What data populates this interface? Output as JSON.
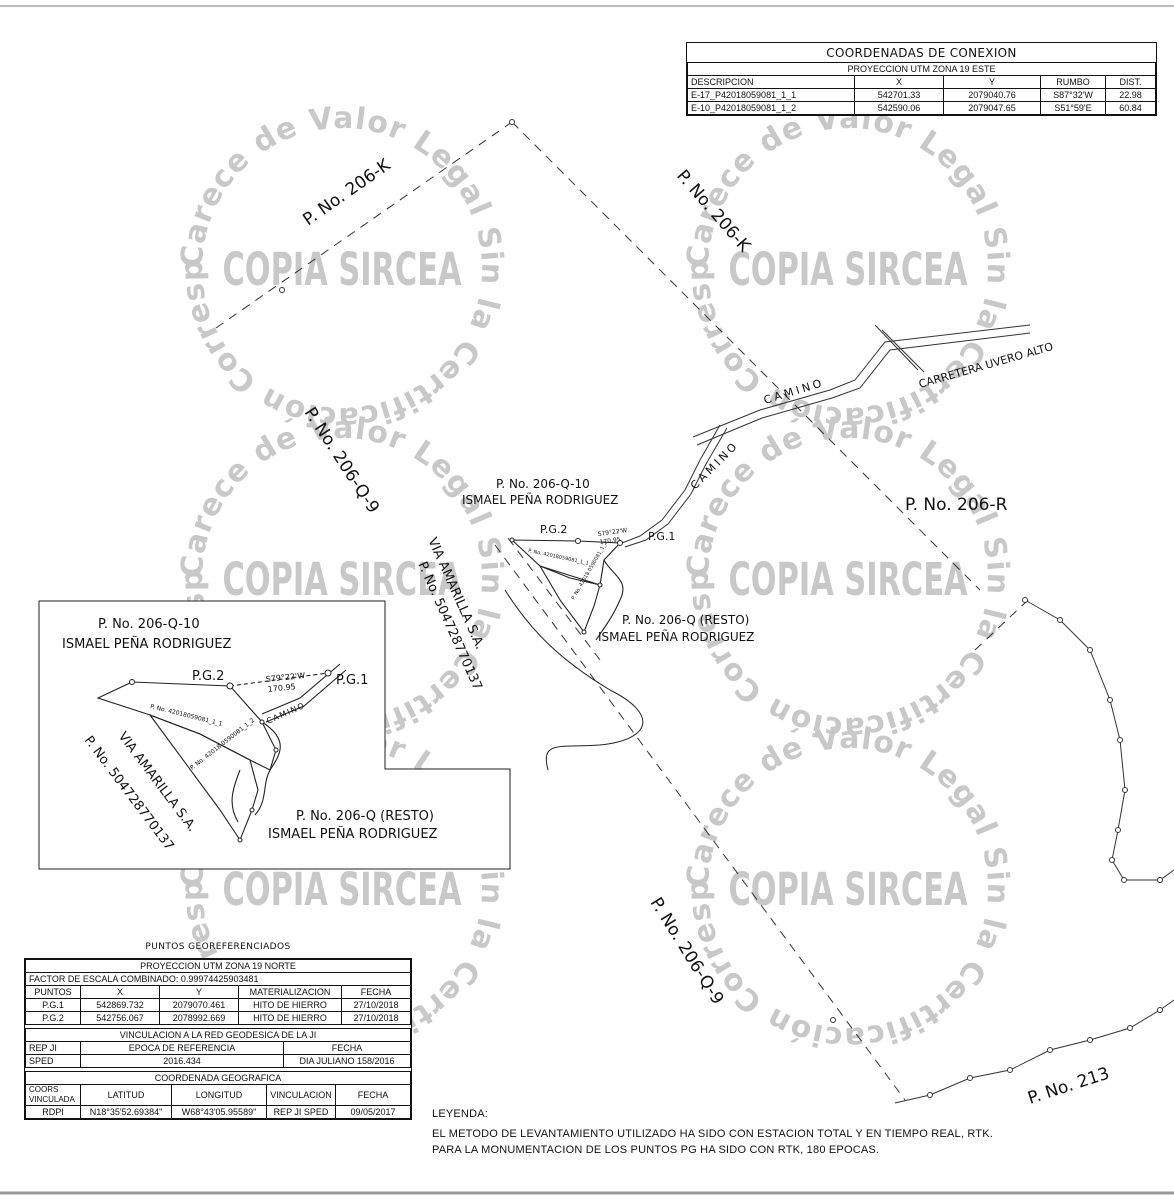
{
  "conexion": {
    "title": "COORDENADAS DE CONEXION",
    "projection": "PROYECCION UTM ZONA 19 ESTE",
    "headers": [
      "DESCRIPCION",
      "X",
      "Y",
      "RUMBO",
      "DIST."
    ],
    "rows": [
      [
        "E-17_P42018059081_1_1",
        "542701.33",
        "2079040.76",
        "S87°32'W",
        "22.98"
      ],
      [
        "E-10_P42018059081_1_2",
        "542590.06",
        "2079047.65",
        "S51°59'E",
        "60.84"
      ]
    ]
  },
  "map_labels": {
    "p206k_a": "P. No. 206-K",
    "p206k_b": "P. No. 206-K",
    "p206q9_a": "P. No. 206-Q-9",
    "p206q9_b": "P. No. 206-Q-9",
    "p206r": "P. No. 206-R",
    "p213": "P. No. 213",
    "camino_a": "CAMINO",
    "camino_b": "CAMINO",
    "carretera": "CARRETERA UVERO ALTO",
    "q10_parcel": "P. No. 206-Q-10",
    "q10_owner": "ISMAEL PEÑA RODRIGUEZ",
    "pg2": "P.G.2",
    "pg1": "P.G.1",
    "q_resto_parcel": "P. No. 206-Q (RESTO)",
    "q_resto_owner": "ISMAEL PEÑA RODRIGUEZ",
    "via_amarilla": "VIA AMARILLA S.A.",
    "via_parcel": "P. No. 504728770137",
    "lot1_label": "P. No. 42018059081_1_1",
    "lot2_label": "P. No. 42018 0590081_1_2",
    "rumbo_small": "S79°22'W",
    "dist_small": "170.95"
  },
  "inset": {
    "q10_parcel": "P. No. 206-Q-10",
    "q10_owner": "ISMAEL PEÑA RODRIGUEZ",
    "pg2": "P.G.2",
    "pg1": "P.G.1",
    "rumbo": "S79°22'W",
    "dist": "170.95",
    "camino": "CAMINO",
    "lot1_label": "P. No. 42018059081_1_1",
    "lot2_label": "P. No. 42018 0590081_1_2",
    "via_amarilla": "VIA AMARILLA S.A.",
    "via_parcel": "P. No. 504728770137",
    "q_resto_parcel": "P. No. 206-Q (RESTO)",
    "q_resto_owner": "ISMAEL PEÑA RODRIGUEZ"
  },
  "watermark": {
    "ring_text": "Carece de Valor Legal Sin la Certificación Correspondiente",
    "center_text": "COPIA SIRCEA"
  },
  "puntos": {
    "title": "PUNTOS GEOREFERENCIADOS",
    "projection": "PROYECCION UTM ZONA 19 NORTE",
    "factor_label": "FACTOR DE ESCALA COMBINADO:",
    "factor_value": "0.99974425903481",
    "headers": [
      "PUNTOS",
      "X",
      "Y",
      "MATERIALIZACION",
      "FECHA"
    ],
    "rows": [
      [
        "P.G.1",
        "542869.732",
        "2079070.461",
        "HITO DE HIERRO",
        "27/10/2018"
      ],
      [
        "P.G.2",
        "542756.067",
        "2078992.669",
        "HITO DE HIERRO",
        "27/10/2018"
      ]
    ],
    "vinc_title": "VINCULACION A LA RED GEODESICA DE LA JI",
    "vinc_headers": [
      "REP JI",
      "EPOCA DE REFERENCIA",
      "FECHA"
    ],
    "vinc_row": [
      "SPED",
      "2016.434",
      "DIA JULIANO 158/2016"
    ],
    "geo_title": "COORDENADA GEOGRAFICA",
    "geo_headers": [
      "COORS VINCULADA",
      "LATITUD",
      "LONGITUD",
      "VINCULACION",
      "FECHA"
    ],
    "geo_row": [
      "RDPI",
      "N18°35'52.69384\"",
      "W68°43'05.95589\"",
      "REP JI SPED",
      "09/05/2017"
    ]
  },
  "leyenda": {
    "title": "LEYENDA:",
    "line1": "EL METODO DE LEVANTAMIENTO UTILIZADO HA SIDO CON ESTACION TOTAL Y EN TIEMPO REAL, RTK.",
    "line2": "PARA LA MONUMENTACION DE LOS PUNTOS PG HA SIDO CON RTK, 180 EPOCAS."
  }
}
